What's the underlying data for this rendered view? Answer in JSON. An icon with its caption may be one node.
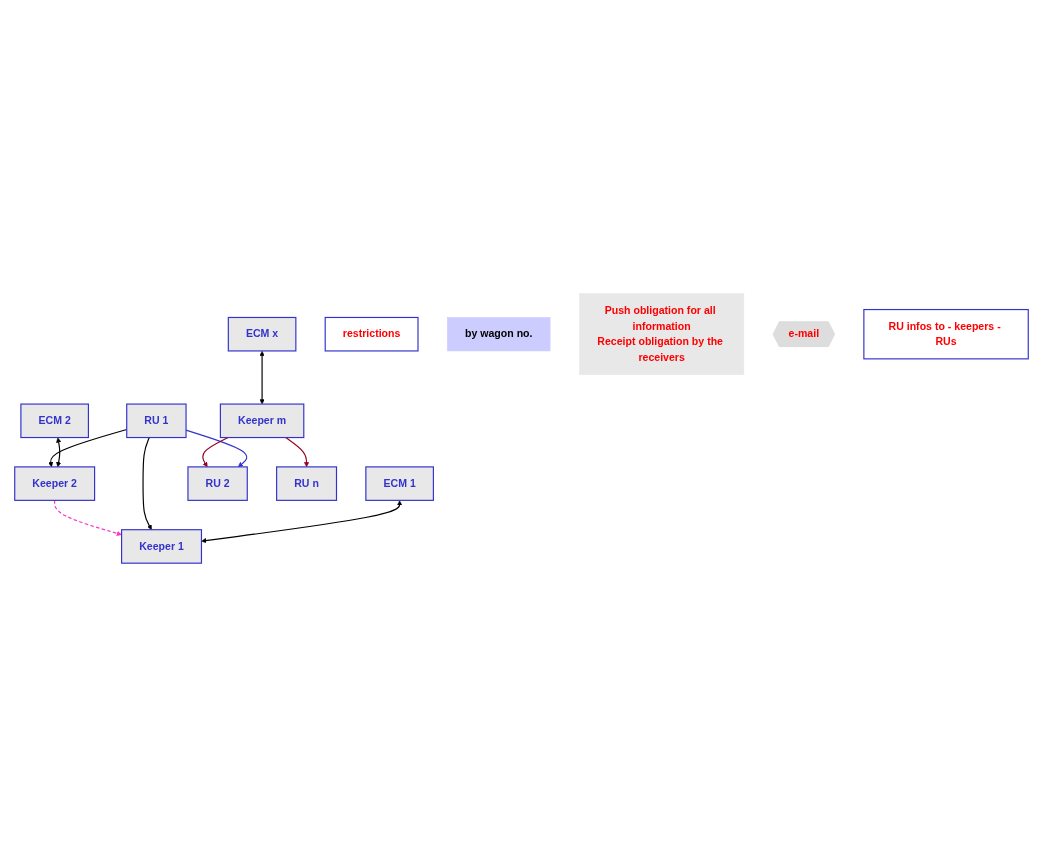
{
  "diagram": {
    "nodes": [
      {
        "text": [
          "ECM 1"
        ]
      },
      {
        "text": [
          "ECM 2"
        ]
      },
      {
        "text": [
          "ECM x"
        ]
      },
      {
        "text": [
          "Keeper 1"
        ]
      },
      {
        "text": [
          "Keeper 2"
        ]
      },
      {
        "text": [
          "Keeper m"
        ]
      },
      {
        "text": [
          "restrictions"
        ]
      },
      {
        "text": [
          "by wagon no."
        ]
      },
      {
        "text": [
          "Push obligation for all information",
          "Receipt obligation by the receivers"
        ]
      },
      {
        "text": [
          "e-mail"
        ]
      },
      {
        "text": [
          "RU infos to - keepers - RUs"
        ]
      },
      {
        "text": [
          "RU 1"
        ]
      },
      {
        "text": [
          "RU 2"
        ]
      },
      {
        "text": [
          "RU n"
        ]
      }
    ],
    "edges": [
      {
        "from": 0,
        "to": 3,
        "arrow": "both"
      },
      {
        "from": 1,
        "to": 4,
        "arrow": "both"
      },
      {
        "from": 2,
        "to": 5,
        "arrow": "both"
      },
      {
        "from": 11,
        "to": 3,
        "arrow": "to"
      },
      {
        "from": 11,
        "to": 4,
        "arrow": "to"
      },
      {
        "from": 4,
        "to": 3,
        "arrow": "to",
        "style": "dashed",
        "color": "#ff33cc"
      },
      {
        "from": 11,
        "to": 12,
        "arrow": "to",
        "color": "#3333cc"
      },
      {
        "from": 5,
        "to": 12,
        "arrow": "to",
        "color": "#990022"
      },
      {
        "from": 5,
        "to": 13,
        "arrow": "to",
        "color": "#990022"
      }
    ]
  }
}
